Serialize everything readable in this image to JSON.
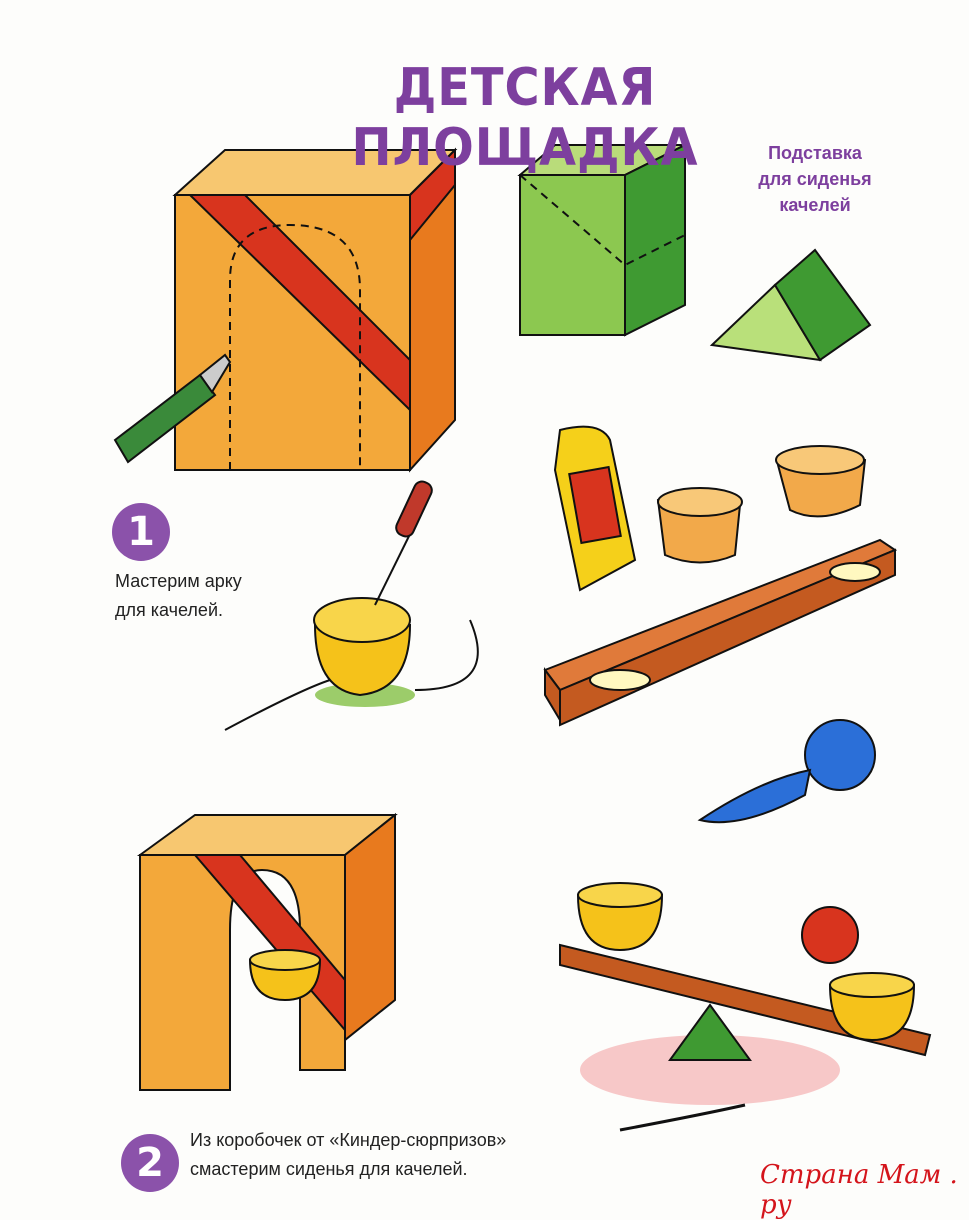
{
  "title": "ДЕТСКАЯ ПЛОЩАДКА",
  "caption": {
    "line1": "Подставка",
    "line2": "для сиденья",
    "line3": "качелей"
  },
  "steps": [
    {
      "number": "1",
      "line1": "Мастерим арку",
      "line2": "для качелей."
    },
    {
      "number": "2",
      "line1": "Из коробочек от «Киндер-сюрпризов»",
      "line2": "смастерим сиденья для качелей."
    }
  ],
  "watermark": "Страна Мам . ру",
  "colors": {
    "accent": "#7d3f9e",
    "orange": "#f0a030",
    "red": "#d8341e",
    "green": "#4aa03a",
    "yellow": "#f5c21a"
  }
}
